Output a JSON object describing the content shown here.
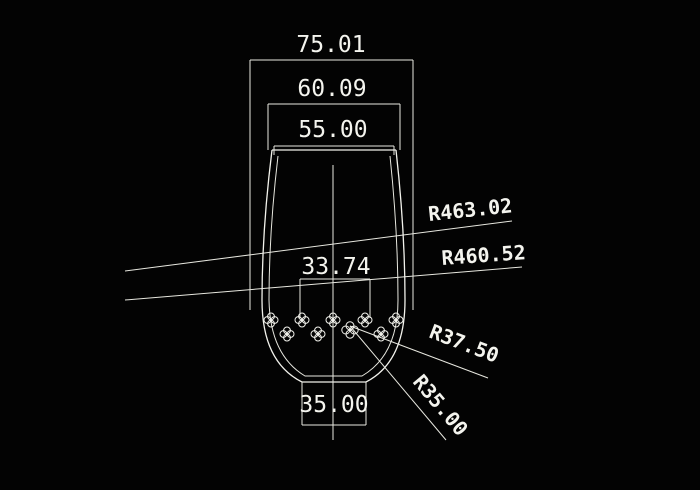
{
  "drawing": {
    "dimensions": {
      "width_top": "75.01",
      "width_mid": "60.09",
      "width_inner": "55.00",
      "width_center": "33.74",
      "width_bottom": "35.00"
    },
    "radii": {
      "r_large_outer": "R463.02",
      "r_large_inner": "R460.52",
      "r_small_outer": "R37.50",
      "r_small_inner": "R35.00"
    }
  }
}
